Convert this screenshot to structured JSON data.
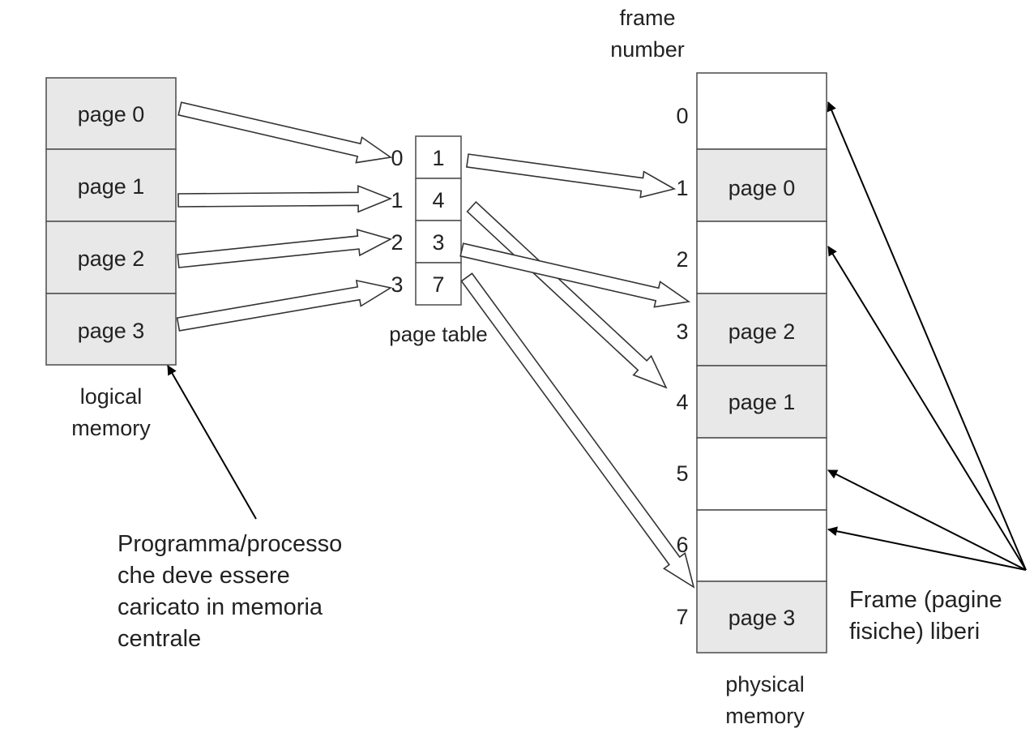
{
  "logical_memory": {
    "pages": [
      "page 0",
      "page 1",
      "page 2",
      "page 3"
    ],
    "label_lines": [
      "logical",
      "memory"
    ]
  },
  "page_table": {
    "indices": [
      "0",
      "1",
      "2",
      "3"
    ],
    "frames": [
      "1",
      "4",
      "3",
      "7"
    ],
    "label": "page table"
  },
  "physical_memory": {
    "header_lines": [
      "frame",
      "number"
    ],
    "frame_numbers": [
      "0",
      "1",
      "2",
      "3",
      "4",
      "5",
      "6",
      "7"
    ],
    "frames": [
      "",
      "page 0",
      "",
      "page 2",
      "page 1",
      "",
      "",
      "page 3"
    ],
    "label_lines": [
      "physical",
      "memory"
    ]
  },
  "annotations": {
    "program_lines": [
      "Programma/processo",
      "che deve essere",
      "caricato in memoria",
      "centrale"
    ],
    "free_frames_lines": [
      "Frame (pagine",
      "fisiche) liberi"
    ]
  },
  "colors": {
    "page_fill": "#e8e8e8",
    "empty_fill": "#ffffff",
    "border": "#555555"
  }
}
